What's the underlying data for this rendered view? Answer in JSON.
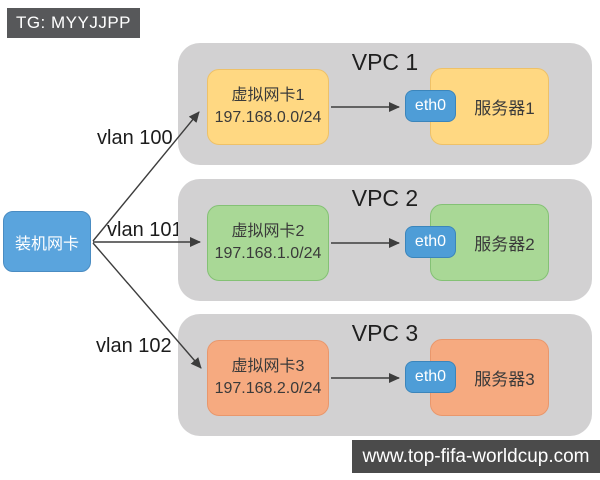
{
  "header_badge": "TG: MYYJJPP",
  "watermark": "www.top-fifa-worldcup.com",
  "source": {
    "label": "装机网卡"
  },
  "vlan_labels": [
    "vlan 100",
    "vlan 101",
    "vlan 102"
  ],
  "vpcs": [
    {
      "title": "VPC 1",
      "nic": {
        "name": "虚拟网卡1",
        "subnet": "197.168.0.0/24"
      },
      "port": "eth0",
      "server": "服务器1",
      "colors": {
        "fill": "#ffd882",
        "border": "#eec168"
      }
    },
    {
      "title": "VPC 2",
      "nic": {
        "name": "虚拟网卡2",
        "subnet": "197.168.1.0/24"
      },
      "port": "eth0",
      "server": "服务器2",
      "colors": {
        "fill": "#a9d896",
        "border": "#84c175"
      }
    },
    {
      "title": "VPC 3",
      "nic": {
        "name": "虚拟网卡3",
        "subnet": "197.168.2.0/24"
      },
      "port": "eth0",
      "server": "服务器3",
      "colors": {
        "fill": "#f6aa80",
        "border": "#e9976c"
      }
    }
  ],
  "colors": {
    "source_fill": "#5aa4dd",
    "source_border": "#4a8cc2",
    "port_fill": "#4e9dd7",
    "port_border": "#3b85bb",
    "container": "#d2d1d2",
    "badge_bg": "#57585a",
    "arrow": "#3d3d3d"
  }
}
